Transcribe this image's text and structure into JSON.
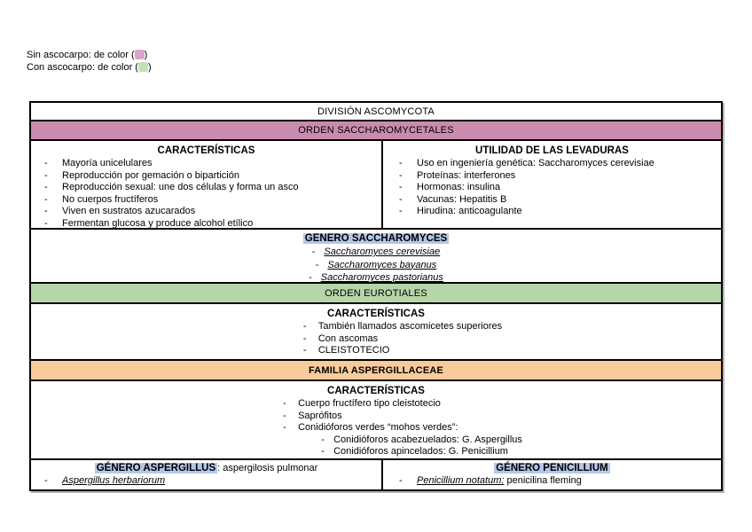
{
  "ui": {
    "bullet": "-"
  },
  "colors": {
    "pink_row": "#c98caf",
    "green_row": "#b5d6a7",
    "orange_row": "#f8cb9c",
    "pink_swatch": "#d9a5c5",
    "green_swatch": "#c6e0b4",
    "blue_highlight": "#b4c7e7"
  },
  "legend": {
    "line1_text": "Sin ascocarpo: de color (",
    "line1_close": ")",
    "line2_text": "Con ascocarpo: de color (",
    "line2_close": ")"
  },
  "table": {
    "division": "DIVISIÓN ASCOMYCOTA",
    "saccharomycetales": {
      "band": "ORDEN SACCHAROMYCETALES",
      "caracteristicas_title": "CARACTERÍSTICAS",
      "caracteristicas": [
        "Mayoría unicelulares",
        "Reproducción por gemación o bipartición",
        "Reproducción sexual: une dos células y forma un asco",
        "No cuerpos fructíferos",
        "Viven en sustratos azucarados",
        "Fermentan glucosa y produce alcohol etílico"
      ],
      "utilidad_title": "UTILIDAD DE LAS LEVADURAS",
      "utilidad": [
        "Uso en ingeniería genética: Saccharomyces cerevisiae",
        "Proteínas: interferones",
        "Hormonas: insulina",
        "Vacunas: Hepatitis B",
        "Hirudina: anticoagulante"
      ],
      "genero_title": "GENERO SACCHAROMYCES",
      "species": [
        "Saccharomyces cerevisiae",
        "Saccharomyces bayanus",
        "Saccharomyces pastorianus"
      ]
    },
    "eurotiales": {
      "band": "ORDEN EUROTIALES",
      "caracteristicas_title": "CARACTERÍSTICAS",
      "caracteristicas": [
        "También llamados ascomicetes superiores",
        "Con ascomas",
        "CLEISTOTECIO"
      ]
    },
    "aspergillaceae": {
      "band": "FAMILIA ASPERGILLACEAE",
      "caracteristicas_title": "CARACTERÍSTICAS",
      "caracteristicas": [
        "Cuerpo fructífero tipo cleistotecio",
        "Saprófitos",
        "Conidióforos verdes “mohos verdes”:"
      ],
      "sub_caracteristicas": [
        "Conidióforos acabezuelados: G. Aspergillus",
        "Conidióforos apincelados: G. Penicillium"
      ],
      "aspergillus_title": "GÉNERO ASPERGILLUS",
      "aspergillus_suffix": ": aspergilosis pulmonar",
      "aspergillus_species": "Aspergillus herbariorum",
      "penicillium_title": "GÉNERO PENICILLIUM",
      "penicillium_species": "Penicillium notatum:",
      "penicillium_suffix": " penicilina fleming"
    }
  }
}
